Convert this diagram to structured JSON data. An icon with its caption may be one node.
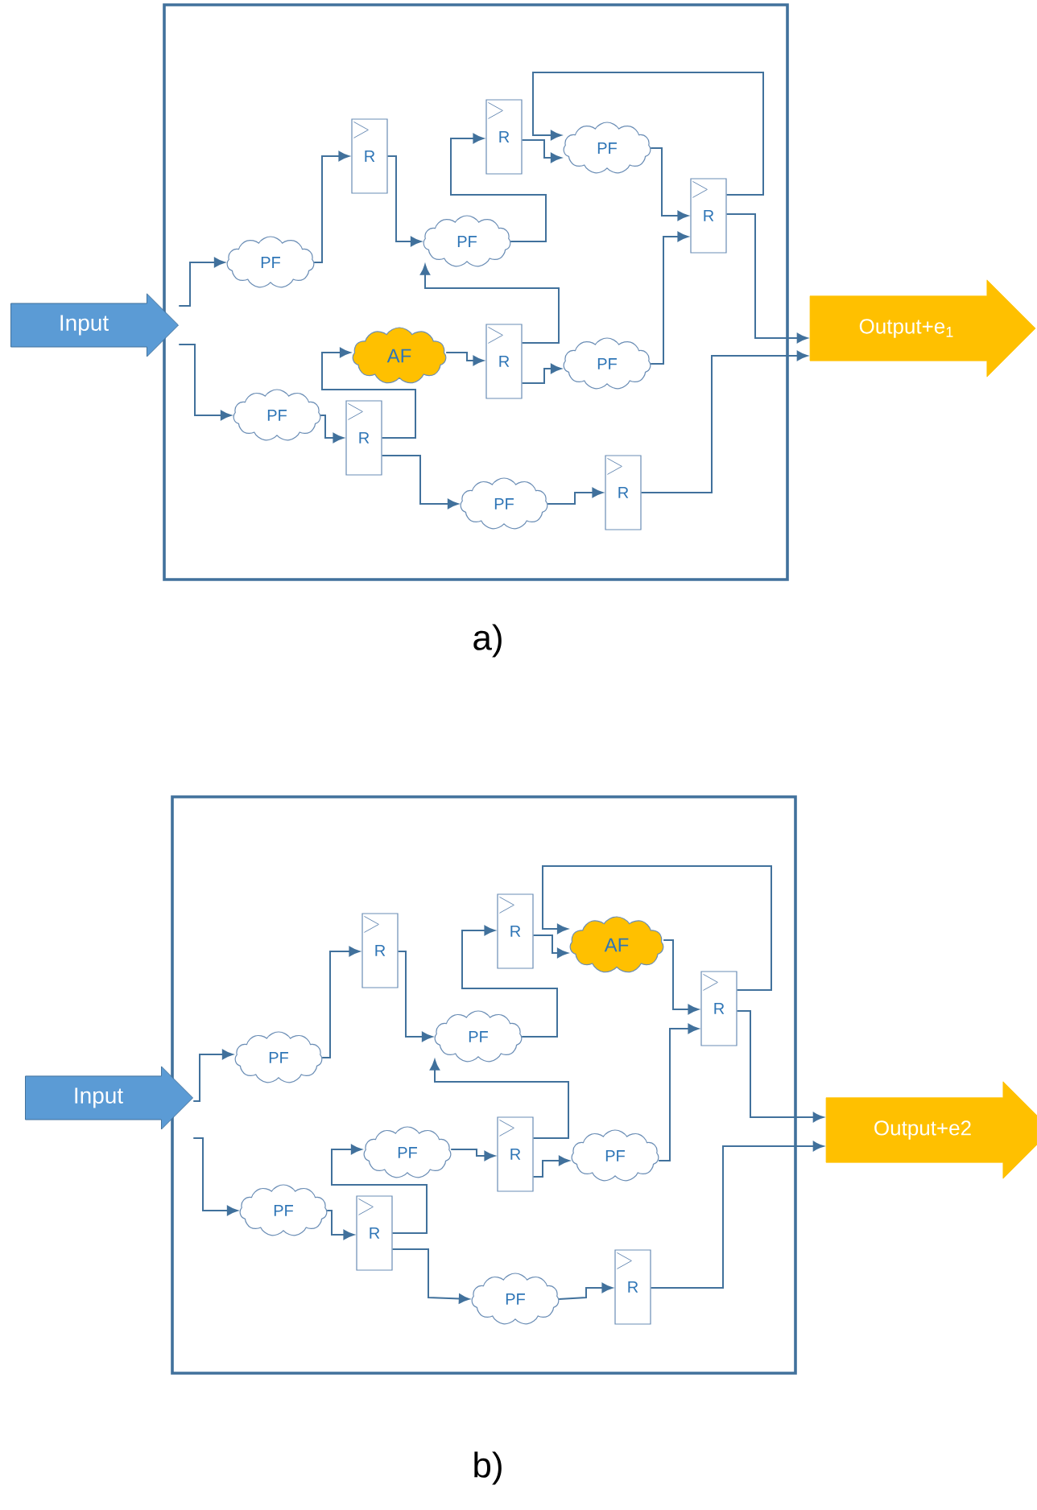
{
  "diagram": {
    "nodes": [
      {
        "text": [],
        "shape": "box"
      },
      {
        "text": [
          "Input"
        ]
      },
      {
        "text": [
          "PF"
        ],
        "in": 0
      },
      {
        "text": [
          "R"
        ],
        "in": 0
      },
      {
        "text": [
          "PF"
        ],
        "in": 0
      },
      {
        "text": [
          "R"
        ],
        "in": 0
      },
      {
        "text": [
          "PF"
        ],
        "in": 0
      },
      {
        "text": [
          "R"
        ],
        "in": 0
      },
      {
        "text": [
          "AF"
        ],
        "in": 0
      },
      {
        "text": [
          "R"
        ],
        "in": 0
      },
      {
        "text": [
          "PF"
        ],
        "in": 0
      },
      {
        "text": [
          "PF"
        ],
        "in": 0
      },
      {
        "text": [
          "R"
        ],
        "in": 0
      },
      {
        "text": [
          "PF"
        ],
        "in": 0
      },
      {
        "text": [
          "R"
        ],
        "in": 0
      },
      {
        "text": [
          "Output+e$_{1}$"
        ]
      },
      {
        "text": [],
        "shape": "box"
      },
      {
        "text": [
          "Input"
        ]
      },
      {
        "text": [
          "PF"
        ],
        "in": 16
      },
      {
        "text": [
          "R"
        ],
        "in": 16
      },
      {
        "text": [
          "PF"
        ],
        "in": 16
      },
      {
        "text": [
          "R"
        ],
        "in": 16
      },
      {
        "text": [
          "AF"
        ],
        "in": 16
      },
      {
        "text": [
          "R"
        ],
        "in": 16
      },
      {
        "text": [
          "PF"
        ],
        "in": 16
      },
      {
        "text": [
          "R"
        ],
        "in": 16
      },
      {
        "text": [
          "PF"
        ],
        "in": 16
      },
      {
        "text": [
          "PF"
        ],
        "in": 16
      },
      {
        "text": [
          "R"
        ],
        "in": 16
      },
      {
        "text": [
          "PF"
        ],
        "in": 16
      },
      {
        "text": [
          "R"
        ],
        "in": 16
      },
      {
        "text": [
          "Output+e2"
        ]
      }
    ],
    "edges": [
      {
        "from": 1,
        "to": 2,
        "arrow": "to"
      },
      {
        "from": 1,
        "to": 11,
        "arrow": "to"
      },
      {
        "from": 2,
        "to": 3,
        "arrow": "to"
      },
      {
        "from": 3,
        "to": 4,
        "arrow": "to"
      },
      {
        "from": 4,
        "to": 5,
        "arrow": "to"
      },
      {
        "from": 5,
        "to": 6,
        "arrow": "to"
      },
      {
        "from": 7,
        "to": 6,
        "arrow": "to"
      },
      {
        "from": 6,
        "to": 7,
        "arrow": "to"
      },
      {
        "from": 7,
        "to": 15,
        "arrow": "to"
      },
      {
        "from": 10,
        "to": 7,
        "arrow": "to"
      },
      {
        "from": 9,
        "to": 4,
        "arrow": "to"
      },
      {
        "from": 9,
        "to": 10,
        "arrow": "to"
      },
      {
        "from": 8,
        "to": 9,
        "arrow": "to"
      },
      {
        "from": 12,
        "to": 8,
        "arrow": "to"
      },
      {
        "from": 11,
        "to": 12,
        "arrow": "to"
      },
      {
        "from": 12,
        "to": 13,
        "arrow": "to"
      },
      {
        "from": 13,
        "to": 14,
        "arrow": "to"
      },
      {
        "from": 14,
        "to": 15,
        "arrow": "to"
      },
      {
        "from": 17,
        "to": 18,
        "arrow": "to"
      },
      {
        "from": 17,
        "to": 27,
        "arrow": "to"
      },
      {
        "from": 18,
        "to": 19,
        "arrow": "to"
      },
      {
        "from": 19,
        "to": 20,
        "arrow": "to"
      },
      {
        "from": 20,
        "to": 21,
        "arrow": "to"
      },
      {
        "from": 21,
        "to": 22,
        "arrow": "to"
      },
      {
        "from": 23,
        "to": 22,
        "arrow": "to"
      },
      {
        "from": 22,
        "to": 23,
        "arrow": "to"
      },
      {
        "from": 23,
        "to": 31,
        "arrow": "to"
      },
      {
        "from": 26,
        "to": 23,
        "arrow": "to"
      },
      {
        "from": 25,
        "to": 20,
        "arrow": "to"
      },
      {
        "from": 25,
        "to": 26,
        "arrow": "to"
      },
      {
        "from": 24,
        "to": 25,
        "arrow": "to"
      },
      {
        "from": 28,
        "to": 24,
        "arrow": "to"
      },
      {
        "from": 27,
        "to": 28,
        "arrow": "to"
      },
      {
        "from": 28,
        "to": 29,
        "arrow": "to"
      },
      {
        "from": 29,
        "to": 30,
        "arrow": "to"
      },
      {
        "from": 30,
        "to": 31,
        "arrow": "to"
      }
    ],
    "labels": [
      "a)",
      "b)"
    ]
  }
}
